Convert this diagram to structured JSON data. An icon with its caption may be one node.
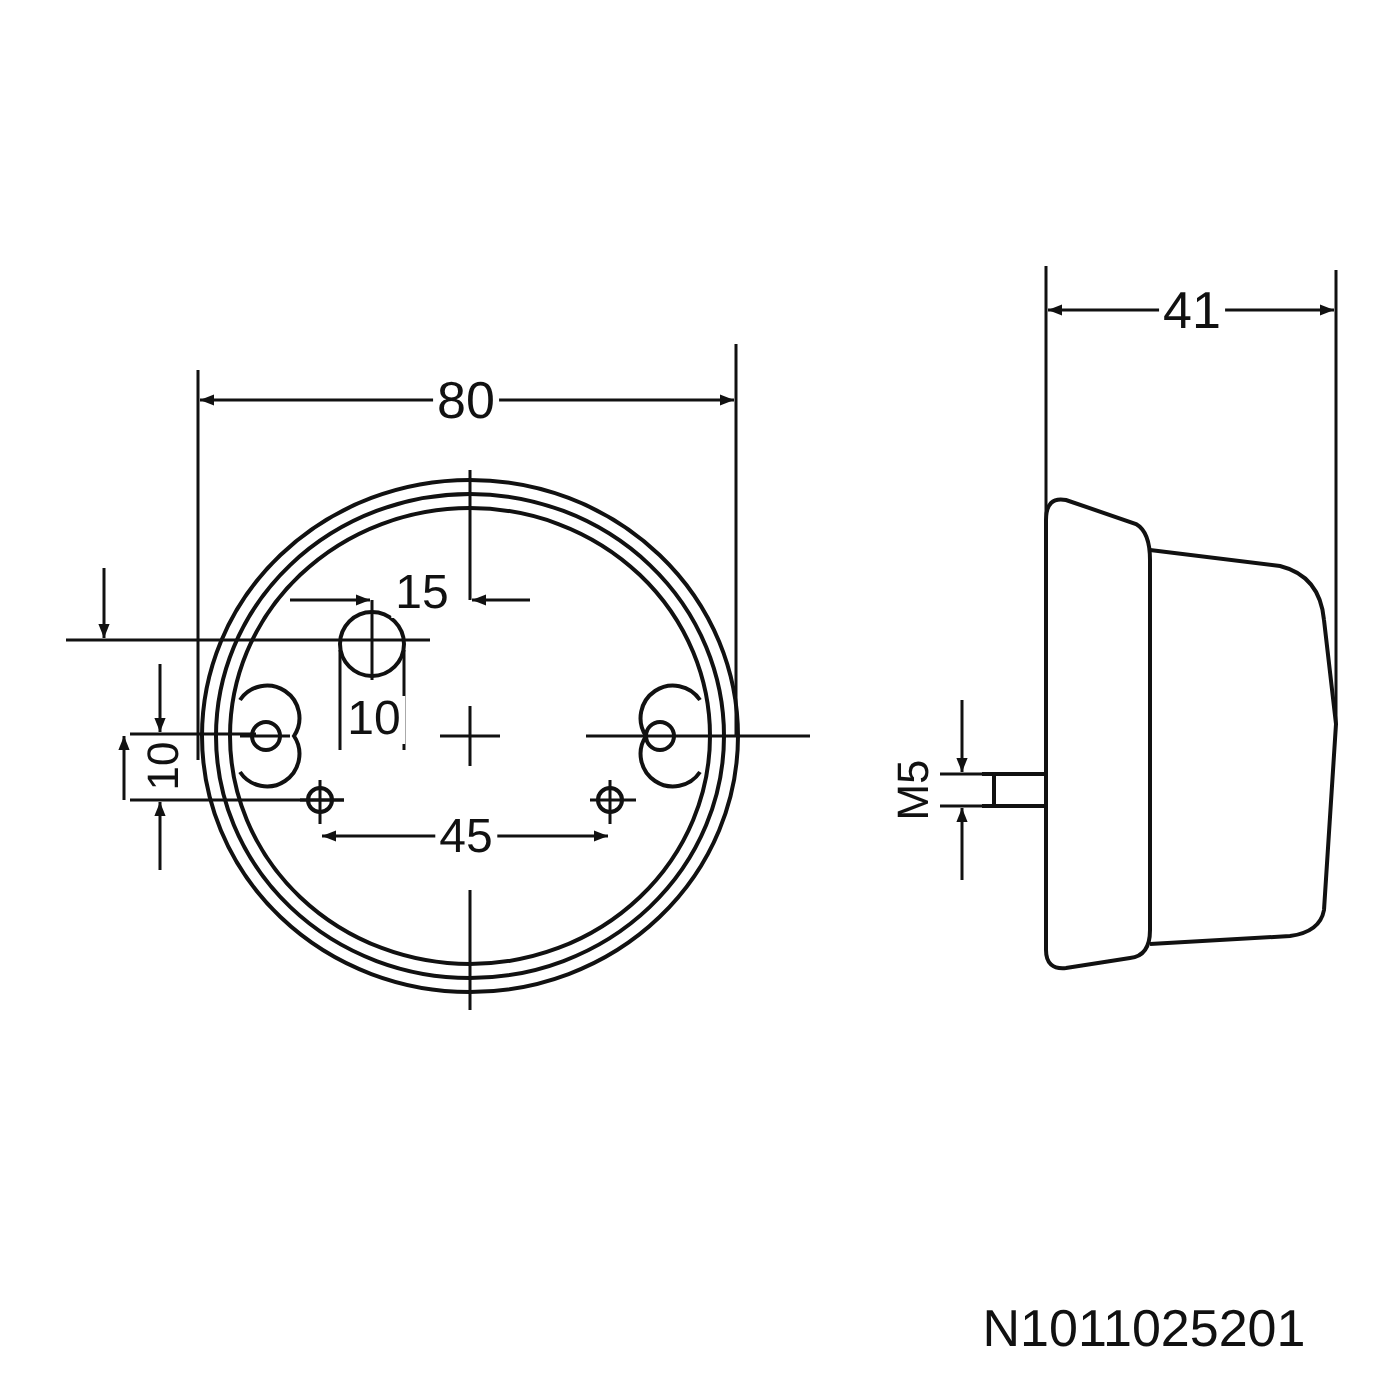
{
  "diagram": {
    "labels": [
      "41",
      "80",
      "15",
      "10",
      "10",
      "M5",
      "45",
      "N1011025201"
    ]
  }
}
